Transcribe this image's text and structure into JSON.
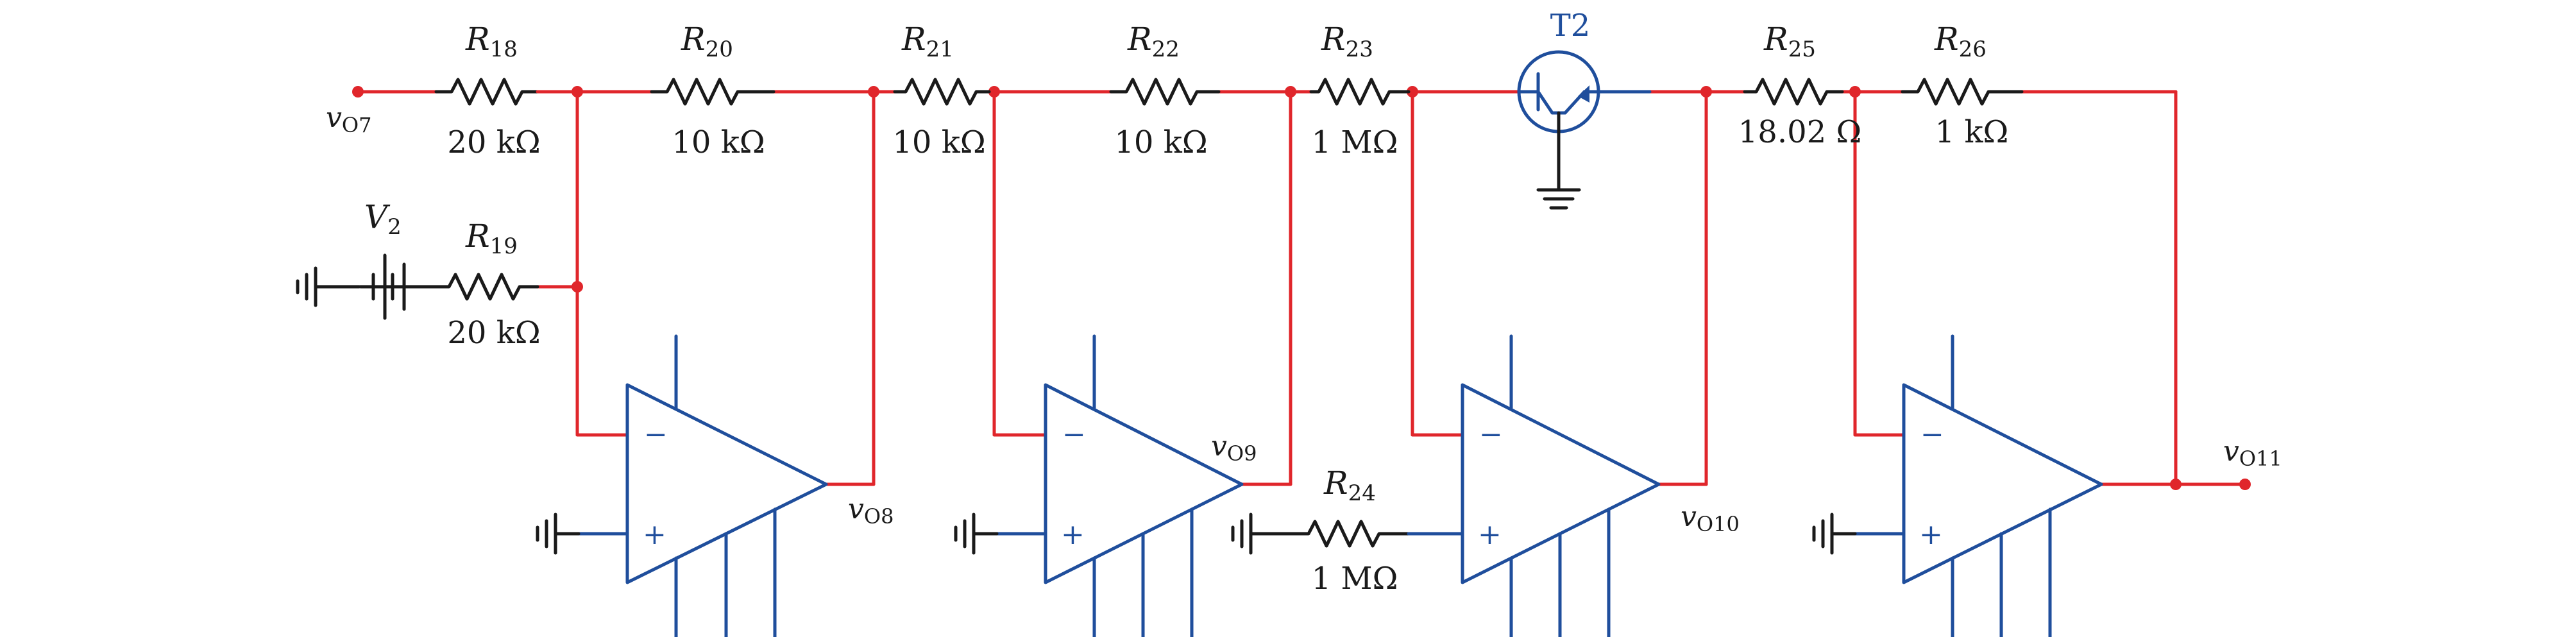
{
  "nodes": {
    "v_o7": {
      "base": "v",
      "sub": "O7"
    },
    "v_o8": {
      "base": "v",
      "sub": "O8"
    },
    "v_o9": {
      "base": "v",
      "sub": "O9"
    },
    "v_o10": {
      "base": "v",
      "sub": "O10"
    },
    "v_o11": {
      "base": "v",
      "sub": "O11"
    }
  },
  "source": {
    "base": "V",
    "sub": "2"
  },
  "transistor": {
    "name": "T2"
  },
  "resistors": {
    "r18": {
      "base": "R",
      "sub": "18",
      "value": "20 kΩ"
    },
    "r19": {
      "base": "R",
      "sub": "19",
      "value": "20 kΩ"
    },
    "r20": {
      "base": "R",
      "sub": "20",
      "value": "10 kΩ"
    },
    "r21": {
      "base": "R",
      "sub": "21",
      "value": "10 kΩ"
    },
    "r22": {
      "base": "R",
      "sub": "22",
      "value": "10 kΩ"
    },
    "r23": {
      "base": "R",
      "sub": "23",
      "value": "1 MΩ"
    },
    "r24": {
      "base": "R",
      "sub": "24",
      "value": "1 MΩ"
    },
    "r25": {
      "base": "R",
      "sub": "25",
      "value": "18.02 Ω"
    },
    "r26": {
      "base": "R",
      "sub": "26",
      "value": "1 kΩ"
    }
  },
  "opamp": {
    "minus": "−",
    "plus": "+"
  },
  "colors": {
    "wire": "#e0262b",
    "component": "#1a1a1a",
    "opamp": "#1f4e9c"
  }
}
